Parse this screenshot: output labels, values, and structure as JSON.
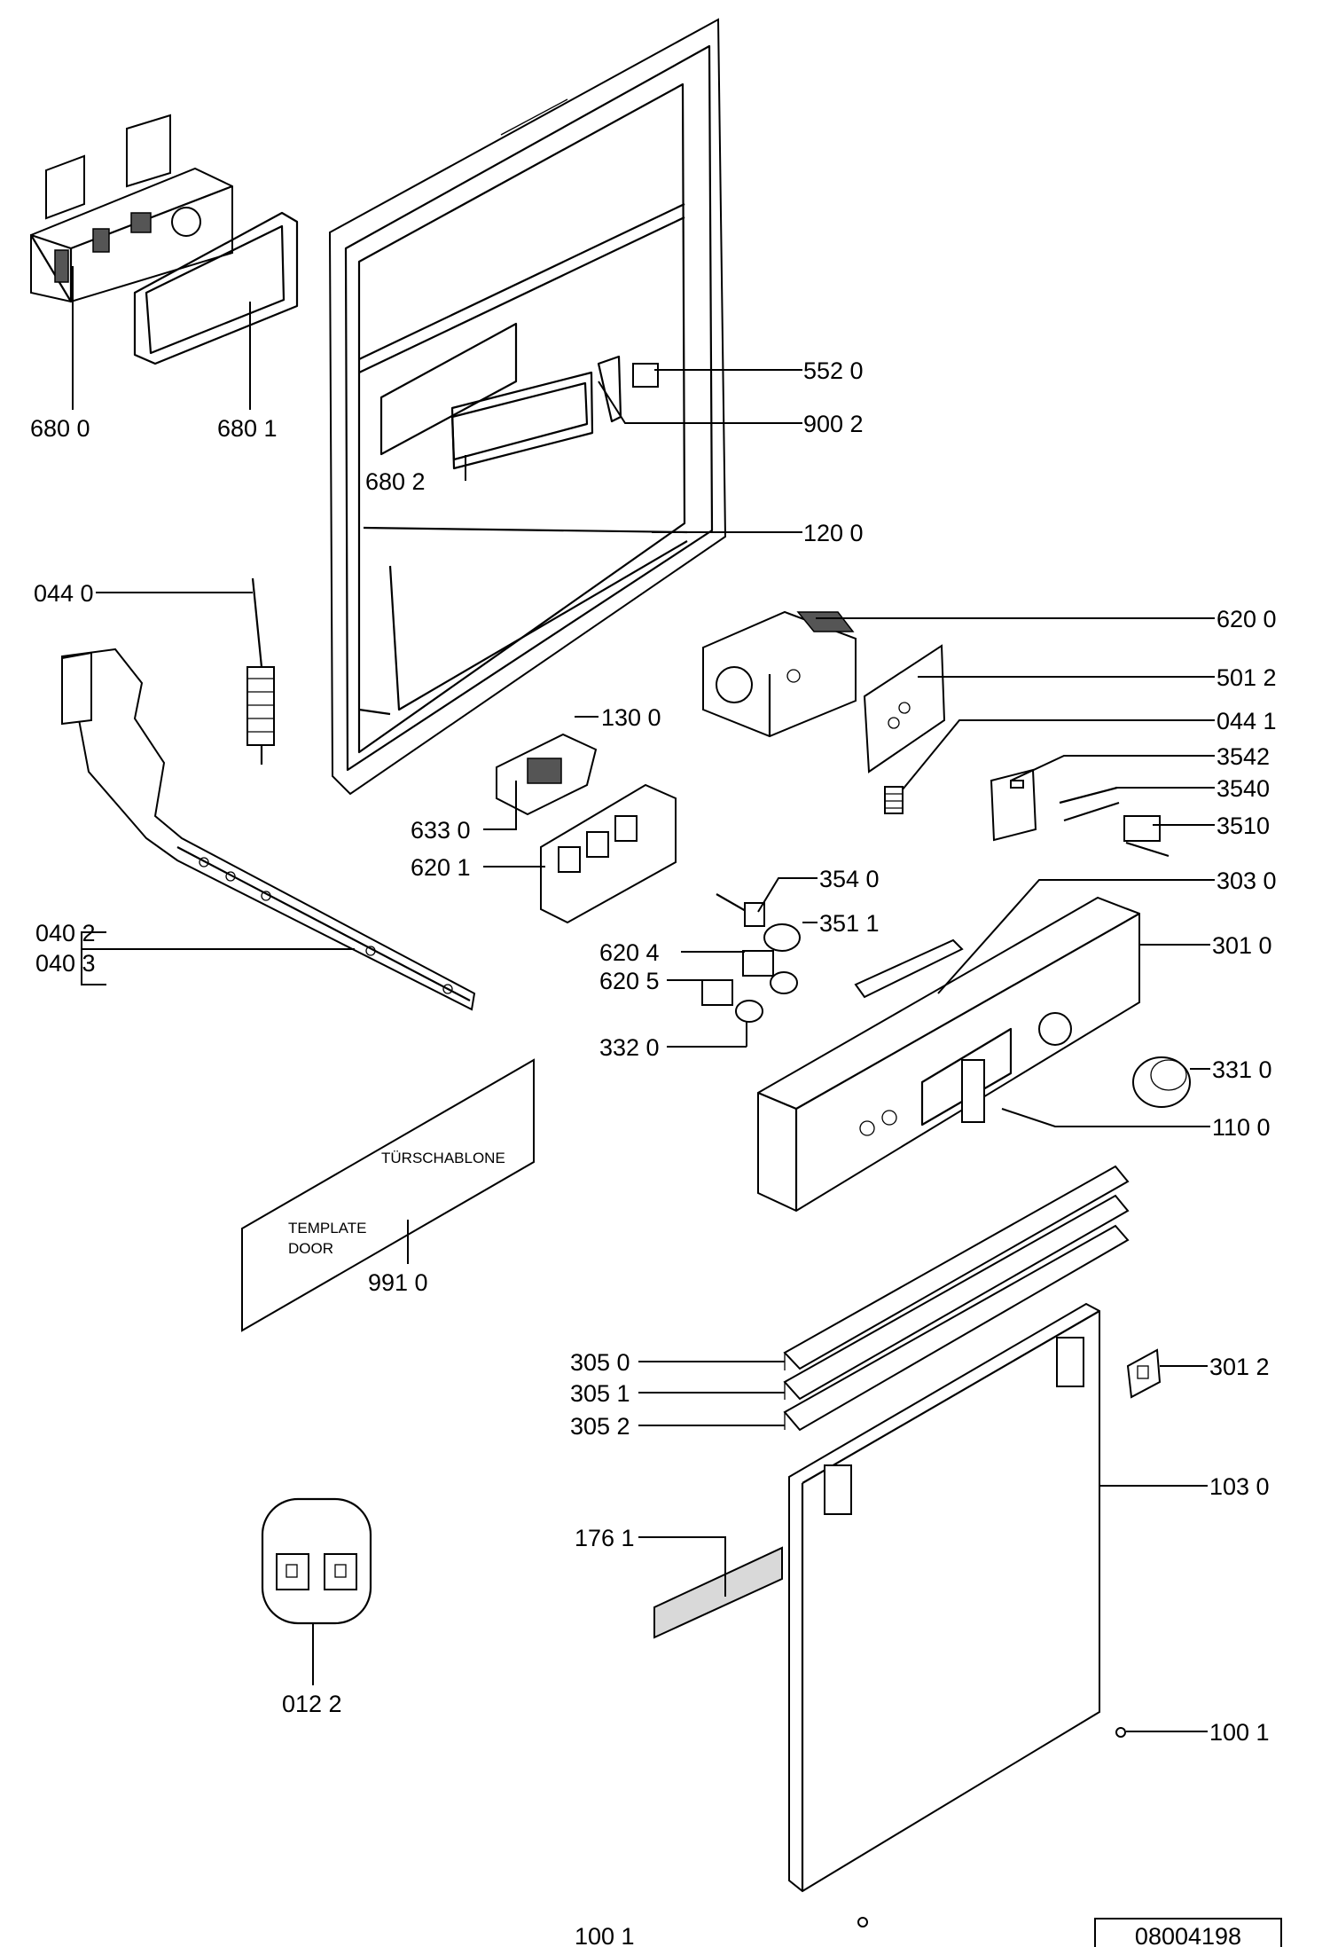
{
  "diagram": {
    "drawing_number": "08004198",
    "template_text_de": "TÜRSCHABLONE",
    "template_text_en_1": "TEMPLATE",
    "template_text_en_2": "DOOR",
    "labels": [
      "680 0",
      "680 1",
      "552 0",
      "900 2",
      "680 2",
      "120 0",
      "044 0",
      "620 0",
      "501 2",
      "044 1",
      "130 0",
      "3542",
      "3540",
      "3510",
      "633 0",
      "620 1",
      "354 0",
      "303 0",
      "351 1",
      "040 2",
      "040 3",
      "620 4",
      "301 0",
      "620 5",
      "332 0",
      "331 0",
      "110 0",
      "991 0",
      "305 0",
      "305 1",
      "305 2",
      "301 2",
      "103 0",
      "176 1",
      "012 2",
      "100 1",
      "100 1"
    ]
  }
}
